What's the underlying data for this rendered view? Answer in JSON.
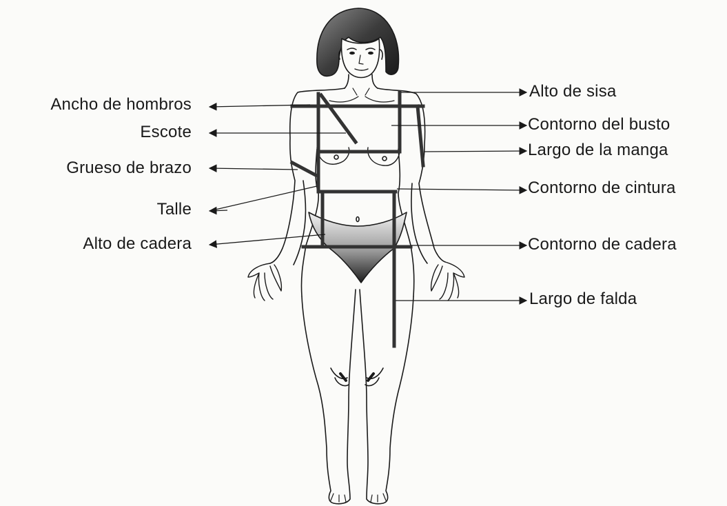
{
  "diagram": {
    "left_labels": [
      "Ancho de hombros",
      "Escote",
      "Grueso de brazo",
      "Talle",
      "Alto de cadera"
    ],
    "right_labels": [
      "Alto de sisa",
      "Contorno del busto",
      "Largo de la manga",
      "Contorno de cintura",
      "Contorno de cadera",
      "Largo de falda"
    ],
    "colors": {
      "outline": "#1a1a1a",
      "measure_bar": "#333333",
      "background": "#fbfbf9"
    },
    "figure": "female-body-measurement-figure"
  }
}
